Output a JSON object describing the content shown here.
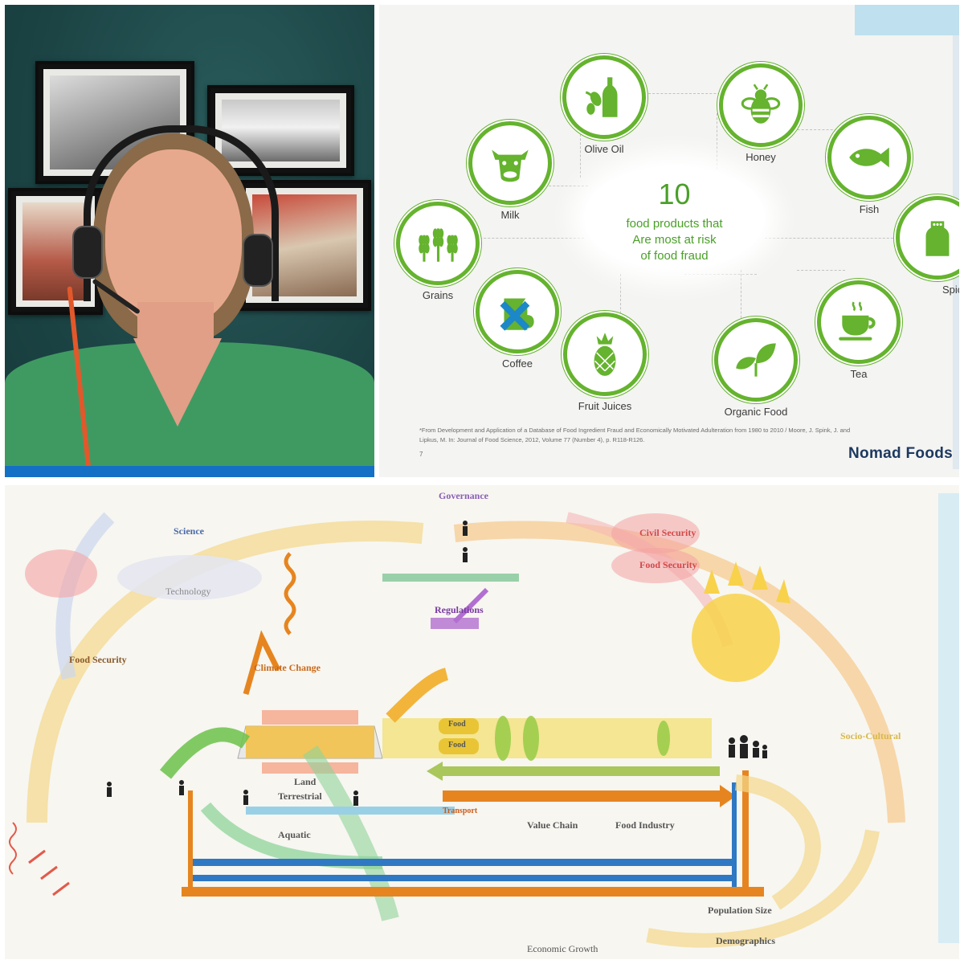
{
  "slide": {
    "center": {
      "number": "10",
      "lines": [
        "food products that",
        "Are most at risk",
        "of food fraud"
      ]
    },
    "items": {
      "olive_oil": "Olive Oil",
      "honey": "Honey",
      "fish": "Fish",
      "milk": "Milk",
      "grains": "Grains",
      "spices": "Spices",
      "coffee": "Coffee",
      "fruit_juices": "Fruit Juices",
      "organic_food": "Organic Food",
      "tea": "Tea"
    },
    "footnote": [
      "*From Development and Application of a Database of Food Ingredient Fraud and Economically Motivated Adulteration from 1980 to 2010 / Moore, J. Spink, J. and",
      "Lipkus, M. In: Journal of Food Science, 2012, Volume 77 (Number 4), p. R118-R126."
    ],
    "page_number": "7",
    "brand": "Nomad Foods",
    "accent_color": "#65b32e"
  },
  "diagram": {
    "labels": {
      "governance": "Governance",
      "science": "Science",
      "technology": "Technology",
      "civil_security": "Civil Security",
      "food_security_right": "Food Security",
      "food_security_left": "Food Security",
      "regulations": "Regulations",
      "climate_change": "Climate Change",
      "land": "Land",
      "terrestrial": "Terrestrial",
      "aquatic": "Aquatic",
      "value_chain": "Value Chain",
      "transport": "Transport",
      "food_industry": "Food Industry",
      "population_size": "Population Size",
      "demographics": "Demographics",
      "economic_growth": "Economic Growth",
      "socio_cultural": "Socio-Cultural",
      "food_left": "Food",
      "food_right": "Food"
    }
  }
}
